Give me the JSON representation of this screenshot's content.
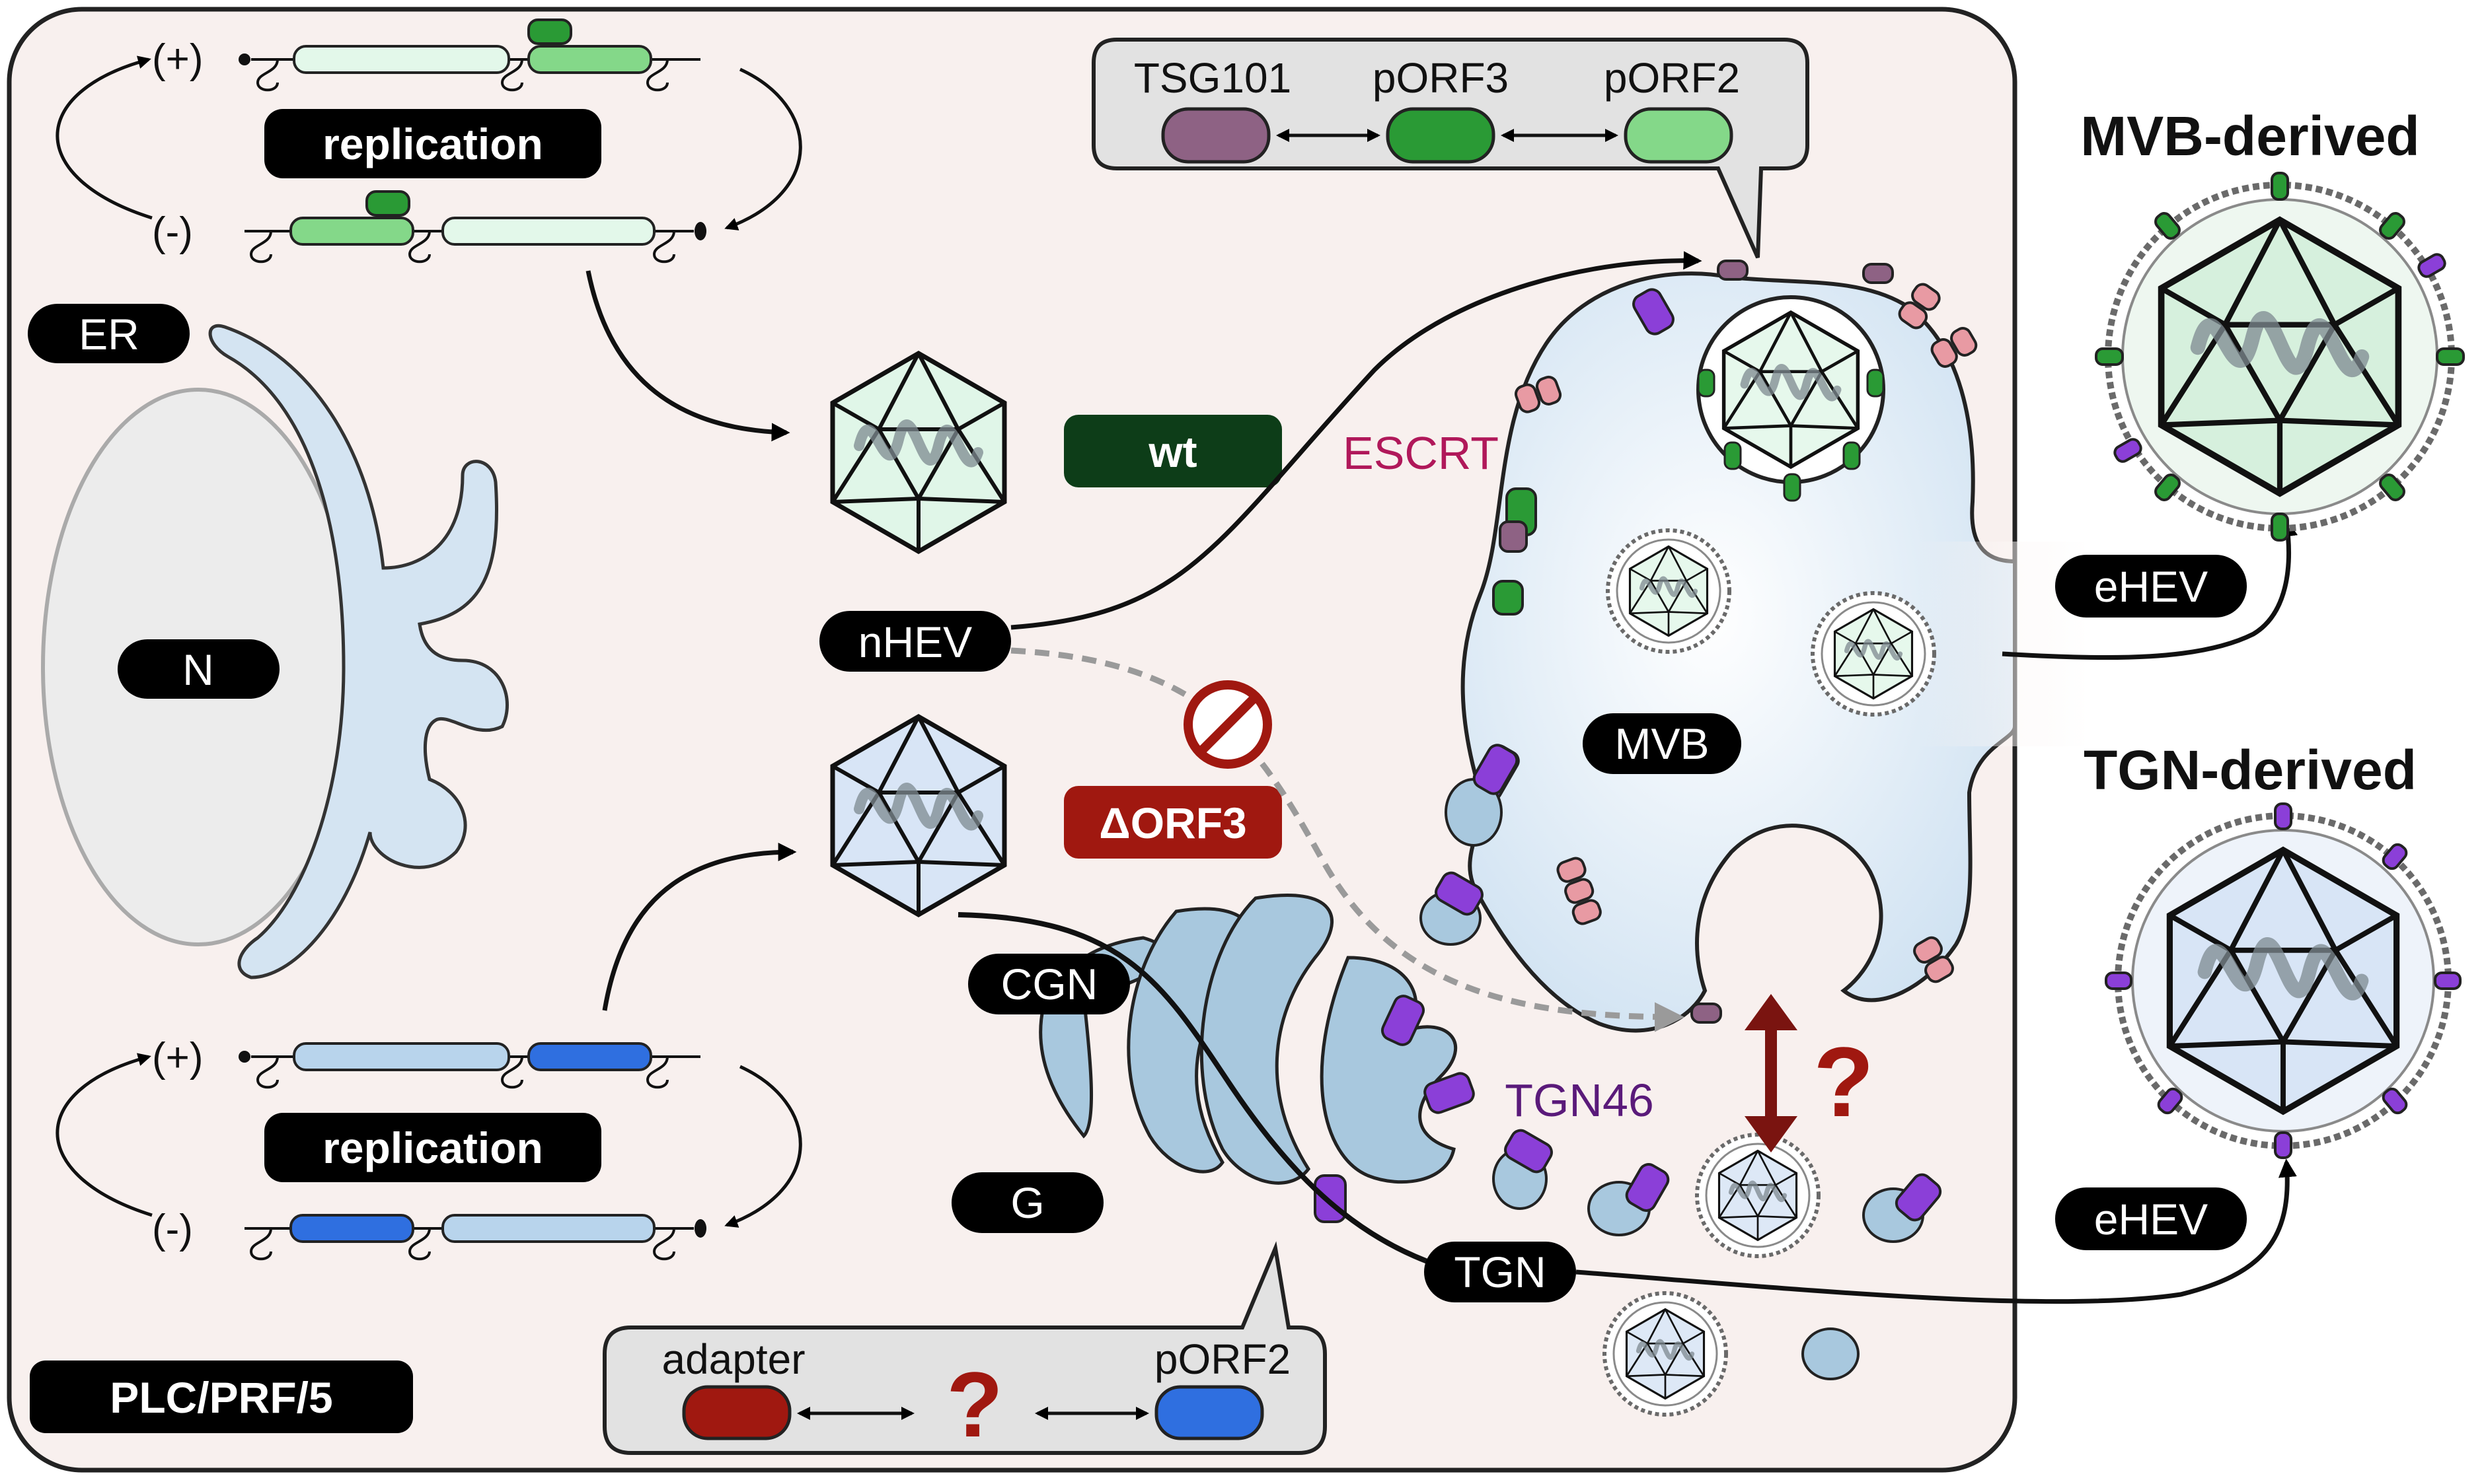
{
  "labels": {
    "replication_top": "replication",
    "replication_bottom": "replication",
    "plus_top": "(+)",
    "minus_top": "(-)",
    "plus_bottom": "(+)",
    "minus_bottom": "(-)",
    "er": "ER",
    "nucleus": "N",
    "wt": "wt",
    "nhev": "nHEV",
    "escrt": "ESCRT",
    "delta_orf3": "ΔORF3",
    "cgn": "CGN",
    "golgi": "G",
    "tgn46": "TGN46",
    "tgn": "TGN",
    "mvb": "MVB",
    "cell_line": "PLC/PRF/5",
    "ehev_top": "eHEV",
    "ehev_bottom": "eHEV",
    "mvb_derived": "MVB-derived",
    "tgn_derived": "TGN-derived",
    "question": "?"
  },
  "callout_top": {
    "tsg101": "TSG101",
    "porf3": "pORF3",
    "porf2": "pORF2"
  },
  "callout_bottom": {
    "adapter": "adapter",
    "question": "?",
    "porf2": "pORF2"
  },
  "colors": {
    "cell_fill": "#f8f0ee",
    "porf2_green": "#84d889",
    "porf3_green": "#2a9a35",
    "tsg101_purple": "#8e6284",
    "tgn46_purple": "#8b3fd8",
    "escrt_pink": "#e89aa3",
    "adapter_red": "#a01810",
    "porf2_blue": "#2f6fe0",
    "delta_red": "#a01810",
    "wt_dark": "#0d3d18",
    "membrane_blue": "#a8c8de",
    "escrt_text": "#b0185a",
    "tgn46_text": "#5a1a7a"
  }
}
